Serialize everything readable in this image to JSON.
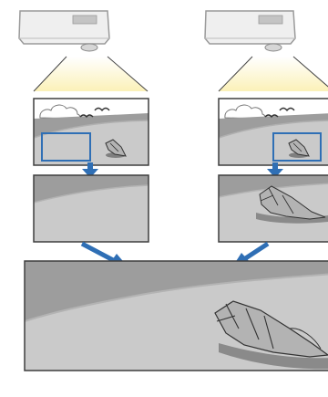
{
  "diagram": {
    "description": "",
    "panels": [
      {
        "id": "left",
        "selection_region": "lower-left",
        "zoom_shows": "sand-only"
      },
      {
        "id": "right",
        "selection_region": "lower-right",
        "zoom_shows": "shell"
      }
    ],
    "result": "merged-wide-image",
    "icons": [
      "projector-icon",
      "bird-icon",
      "cloud-icon",
      "shell-icon",
      "arrow-down-icon",
      "arrow-diagonal-icon"
    ]
  },
  "colors": {
    "projector_body": "#ededed",
    "projector_outline": "#9a9a9a",
    "beam": "#fbf3c4",
    "sky": "#ffffff",
    "sea": "#9d9d9d",
    "sand": "#c9c9c9",
    "shore": "#b7b7b7",
    "frame": "#3e3e3e",
    "accent": "#2f6fb5",
    "shell": "#a9a9a9",
    "shell_dark": "#6d6d6d",
    "shadow": "#7f7f7f"
  }
}
